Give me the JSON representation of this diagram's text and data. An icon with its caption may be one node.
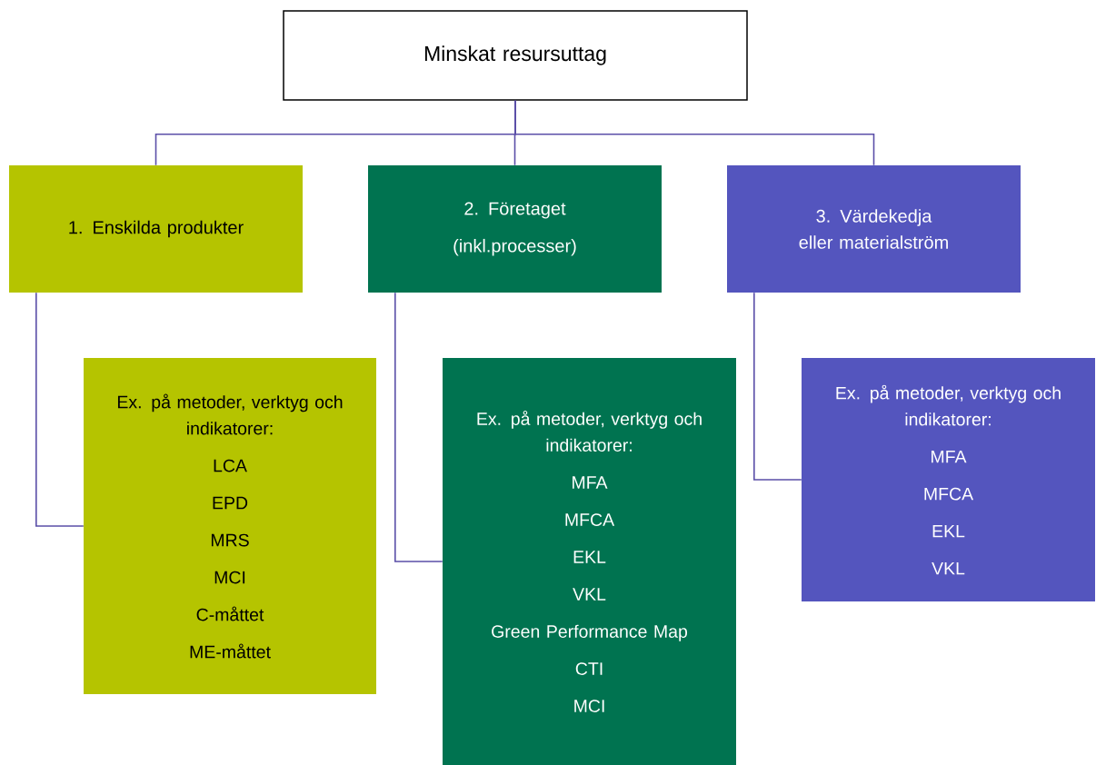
{
  "diagram": {
    "nodes": [
      {
        "text": [
          "Minskat resursuttag"
        ]
      },
      {
        "text": [
          "1. Enskilda produkter"
        ]
      },
      {
        "text": [
          "2. Företaget",
          "(inkl.processer)"
        ]
      },
      {
        "text": [
          "3. Värdekedja eller materialström"
        ]
      },
      {
        "text": [
          "Ex. på metoder, verktyg och indikatorer:",
          "LCA",
          "EPD",
          "MRS",
          "MCI",
          "C-måttet",
          "ME-måttet"
        ]
      },
      {
        "text": [
          "Ex. på metoder, verktyg och indikatorer:",
          "MFA",
          "MFCA",
          "EKL",
          "VKL",
          "Green Performance Map",
          "CTI",
          "MCI"
        ]
      },
      {
        "text": [
          "Ex. på metoder, verktyg och indikatorer:",
          "MFA",
          "MFCA",
          "EKL",
          "VKL"
        ]
      }
    ],
    "edges": [
      {
        "from": 0,
        "to": 1,
        "arrow": "none"
      },
      {
        "from": 0,
        "to": 2,
        "arrow": "none"
      },
      {
        "from": 0,
        "to": 3,
        "arrow": "none"
      },
      {
        "from": 1,
        "to": 4,
        "arrow": "none"
      },
      {
        "from": 2,
        "to": 5,
        "arrow": "none"
      },
      {
        "from": 3,
        "to": 6,
        "arrow": "none"
      }
    ]
  }
}
